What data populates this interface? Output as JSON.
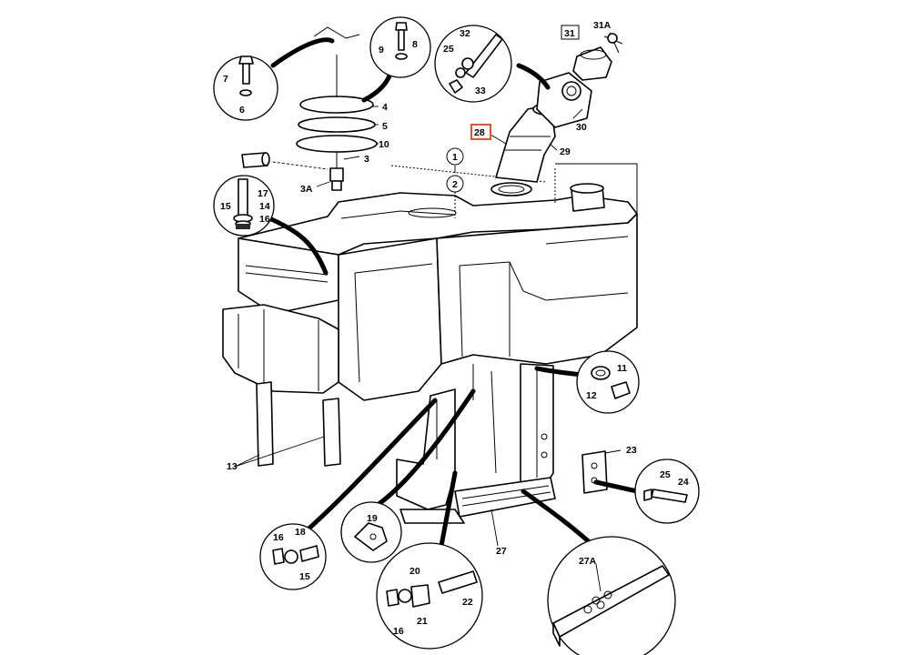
{
  "parts": {
    "p1": "1",
    "p2": "2",
    "p3": "3",
    "p3a": "3A",
    "p4": "4",
    "p5": "5",
    "p6": "6",
    "p7": "7",
    "p8": "8",
    "p9": "9",
    "p10": "10",
    "p11": "11",
    "p12": "12",
    "p13": "13",
    "p14": "14",
    "p15a": "15",
    "p15b": "15",
    "p16a": "16",
    "p16b": "16",
    "p16c": "16",
    "p17": "17",
    "p18": "18",
    "p19": "19",
    "p20": "20",
    "p21": "21",
    "p22": "22",
    "p23": "23",
    "p24": "24",
    "p25a": "25",
    "p25b": "25",
    "p27": "27",
    "p27a": "27A",
    "p28": "28",
    "p29": "29",
    "p30": "30",
    "p31": "31",
    "p31a": "31A",
    "p32": "32",
    "p33": "33"
  },
  "colors": {
    "highlight": "#e4572e",
    "ink": "#000000",
    "background": "#ffffff"
  }
}
